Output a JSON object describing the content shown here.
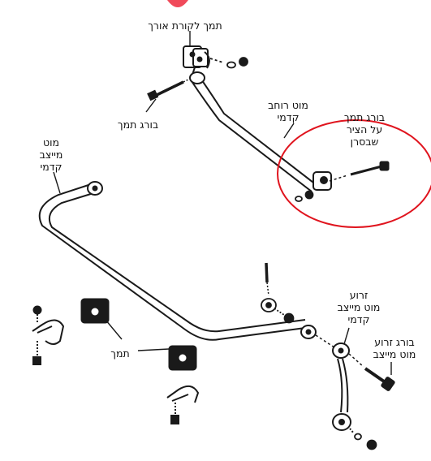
{
  "labels": {
    "longitudinal_beam_bracket": "תמך לקורת אורך",
    "bracket_bolt": "בורג תמך",
    "front_wide_bar_1": "מוט רוחב",
    "front_wide_bar_2": "קדמי",
    "bolt_bracket_axle_1": "בורג תמך",
    "bolt_bracket_axle_2": "על הציר",
    "bolt_bracket_axle_3": "שבסרן",
    "front_stabilizer_bar_1": "מוט",
    "front_stabilizer_bar_2": "מייצב",
    "front_stabilizer_bar_3": "קדמי",
    "stabilizer_arm_1": "זרוע",
    "stabilizer_arm_2": "מוט מייצב",
    "stabilizer_arm_3": "קדמי",
    "arm_bolt_1": "בורג זרוע",
    "arm_bolt_2": "מוט מייצב",
    "bushing_bracket": "תמך"
  },
  "colors": {
    "line": "#1a1a1a",
    "highlight_circle": "#e0141e",
    "top_mark": "#f04a5a"
  }
}
